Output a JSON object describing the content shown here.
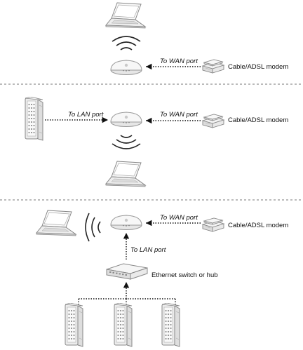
{
  "labels": {
    "wan_port": "To WAN port",
    "lan_port": "To LAN port",
    "modem": "Cable/ADSL modem",
    "switch": "Ethernet switch or hub"
  },
  "colors": {
    "line": "#111111",
    "separator": "#777777",
    "device_fill": "#f2f2f2",
    "device_stroke": "#8a8a8a",
    "dark_fill": "#cfcfcf"
  },
  "panels": [
    {
      "id": "panel-1",
      "devices": [
        "laptop-icon",
        "wifi-waves-icon",
        "airport-base-station-icon",
        "modem-icon"
      ],
      "links": [
        {
          "from": "modem",
          "to": "base-station",
          "label": "wan_port"
        }
      ]
    },
    {
      "id": "panel-2",
      "devices": [
        "desktop-tower-icon",
        "airport-base-station-icon",
        "modem-icon",
        "wifi-waves-icon",
        "laptop-icon"
      ],
      "links": [
        {
          "from": "modem",
          "to": "base-station",
          "label": "wan_port"
        },
        {
          "from": "desktop",
          "to": "base-station",
          "label": "lan_port"
        }
      ]
    },
    {
      "id": "panel-3",
      "devices": [
        "laptop-icon",
        "wifi-waves-icon",
        "airport-base-station-icon",
        "modem-icon",
        "ethernet-switch-icon",
        "desktop-tower-icon",
        "desktop-tower-icon",
        "desktop-tower-icon"
      ],
      "links": [
        {
          "from": "modem",
          "to": "base-station",
          "label": "wan_port"
        },
        {
          "from": "switch",
          "to": "base-station",
          "label": "lan_port"
        },
        {
          "from": "desktops",
          "to": "switch",
          "label": ""
        }
      ]
    }
  ]
}
